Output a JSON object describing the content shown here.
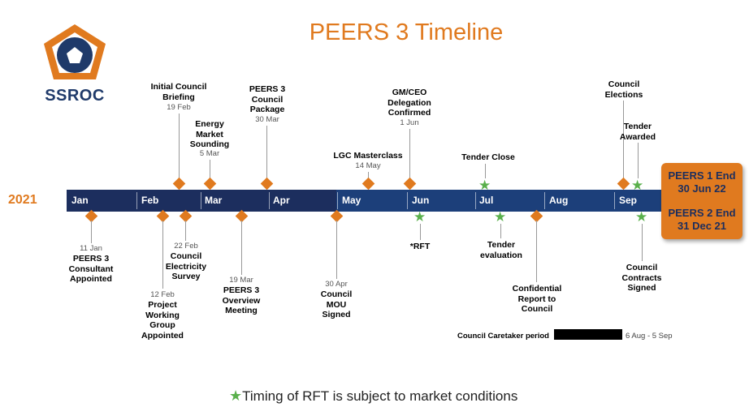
{
  "title": "PEERS 3 Timeline",
  "logo": {
    "text": "SSROC",
    "color": "#1f3a6a",
    "accent": "#e07a1f"
  },
  "year": "2021",
  "months": [
    "Jan",
    "Feb",
    "Mar",
    "Apr",
    "May",
    "Jun",
    "Jul",
    "Aug",
    "Sep"
  ],
  "end_box": {
    "line1a": "PEERS 1 End",
    "line1b": "30 Jun 22",
    "line2a": "PEERS 2 End",
    "line2b": "31 Dec 21",
    "color": "#e07a1f"
  },
  "events_above": {
    "initial_briefing": {
      "label": [
        "Initial Council",
        "Briefing"
      ],
      "date": "19 Feb"
    },
    "energy_market": {
      "label": [
        "Energy",
        "Market",
        "Sounding"
      ],
      "date": "5 Mar"
    },
    "council_package": {
      "label": [
        "PEERS 3",
        "Council",
        "Package"
      ],
      "date": "30 Mar"
    },
    "lgc_masterclass": {
      "label": [
        "LGC Masterclass"
      ],
      "date": "14 May"
    },
    "gm_ceo": {
      "label": [
        "GM/CEO",
        "Delegation",
        "Confirmed"
      ],
      "date": "1 Jun"
    },
    "tender_close": {
      "label": [
        "Tender Close"
      ]
    },
    "council_elections": {
      "label": [
        "Council",
        "Elections"
      ]
    },
    "tender_awarded": {
      "label": [
        "Tender",
        "Awarded"
      ]
    }
  },
  "events_below": {
    "consultant": {
      "date": "11 Jan",
      "label": [
        "PEERS 3",
        "Consultant",
        "Appointed"
      ]
    },
    "project_group": {
      "date": "12 Feb",
      "label": [
        "Project",
        "Working",
        "Group",
        "Appointed"
      ]
    },
    "electricity_survey": {
      "date": "22 Feb",
      "label": [
        "Council",
        "Electricity",
        "Survey"
      ]
    },
    "overview_meeting": {
      "date": "19 Mar",
      "label": [
        "PEERS 3",
        "Overview",
        "Meeting"
      ]
    },
    "mou": {
      "date": "30 Apr",
      "label": [
        "Council",
        "MOU",
        "Signed"
      ]
    },
    "rft": {
      "label": [
        "*RFT"
      ]
    },
    "tender_eval": {
      "label": [
        "Tender",
        "evaluation"
      ]
    },
    "confidential_report": {
      "label": [
        "Confidential",
        "Report to",
        "Council"
      ]
    },
    "contracts_signed": {
      "label": [
        "Council",
        "Contracts",
        "Signed"
      ]
    }
  },
  "caretaker": {
    "label": "Council Caretaker period",
    "dates": "6 Aug - 5 Sep"
  },
  "footer": "Timing of RFT is subject to market conditions",
  "colors": {
    "orange": "#e07a1f",
    "navy": "#1c2e5e",
    "green": "#5ab04c"
  }
}
